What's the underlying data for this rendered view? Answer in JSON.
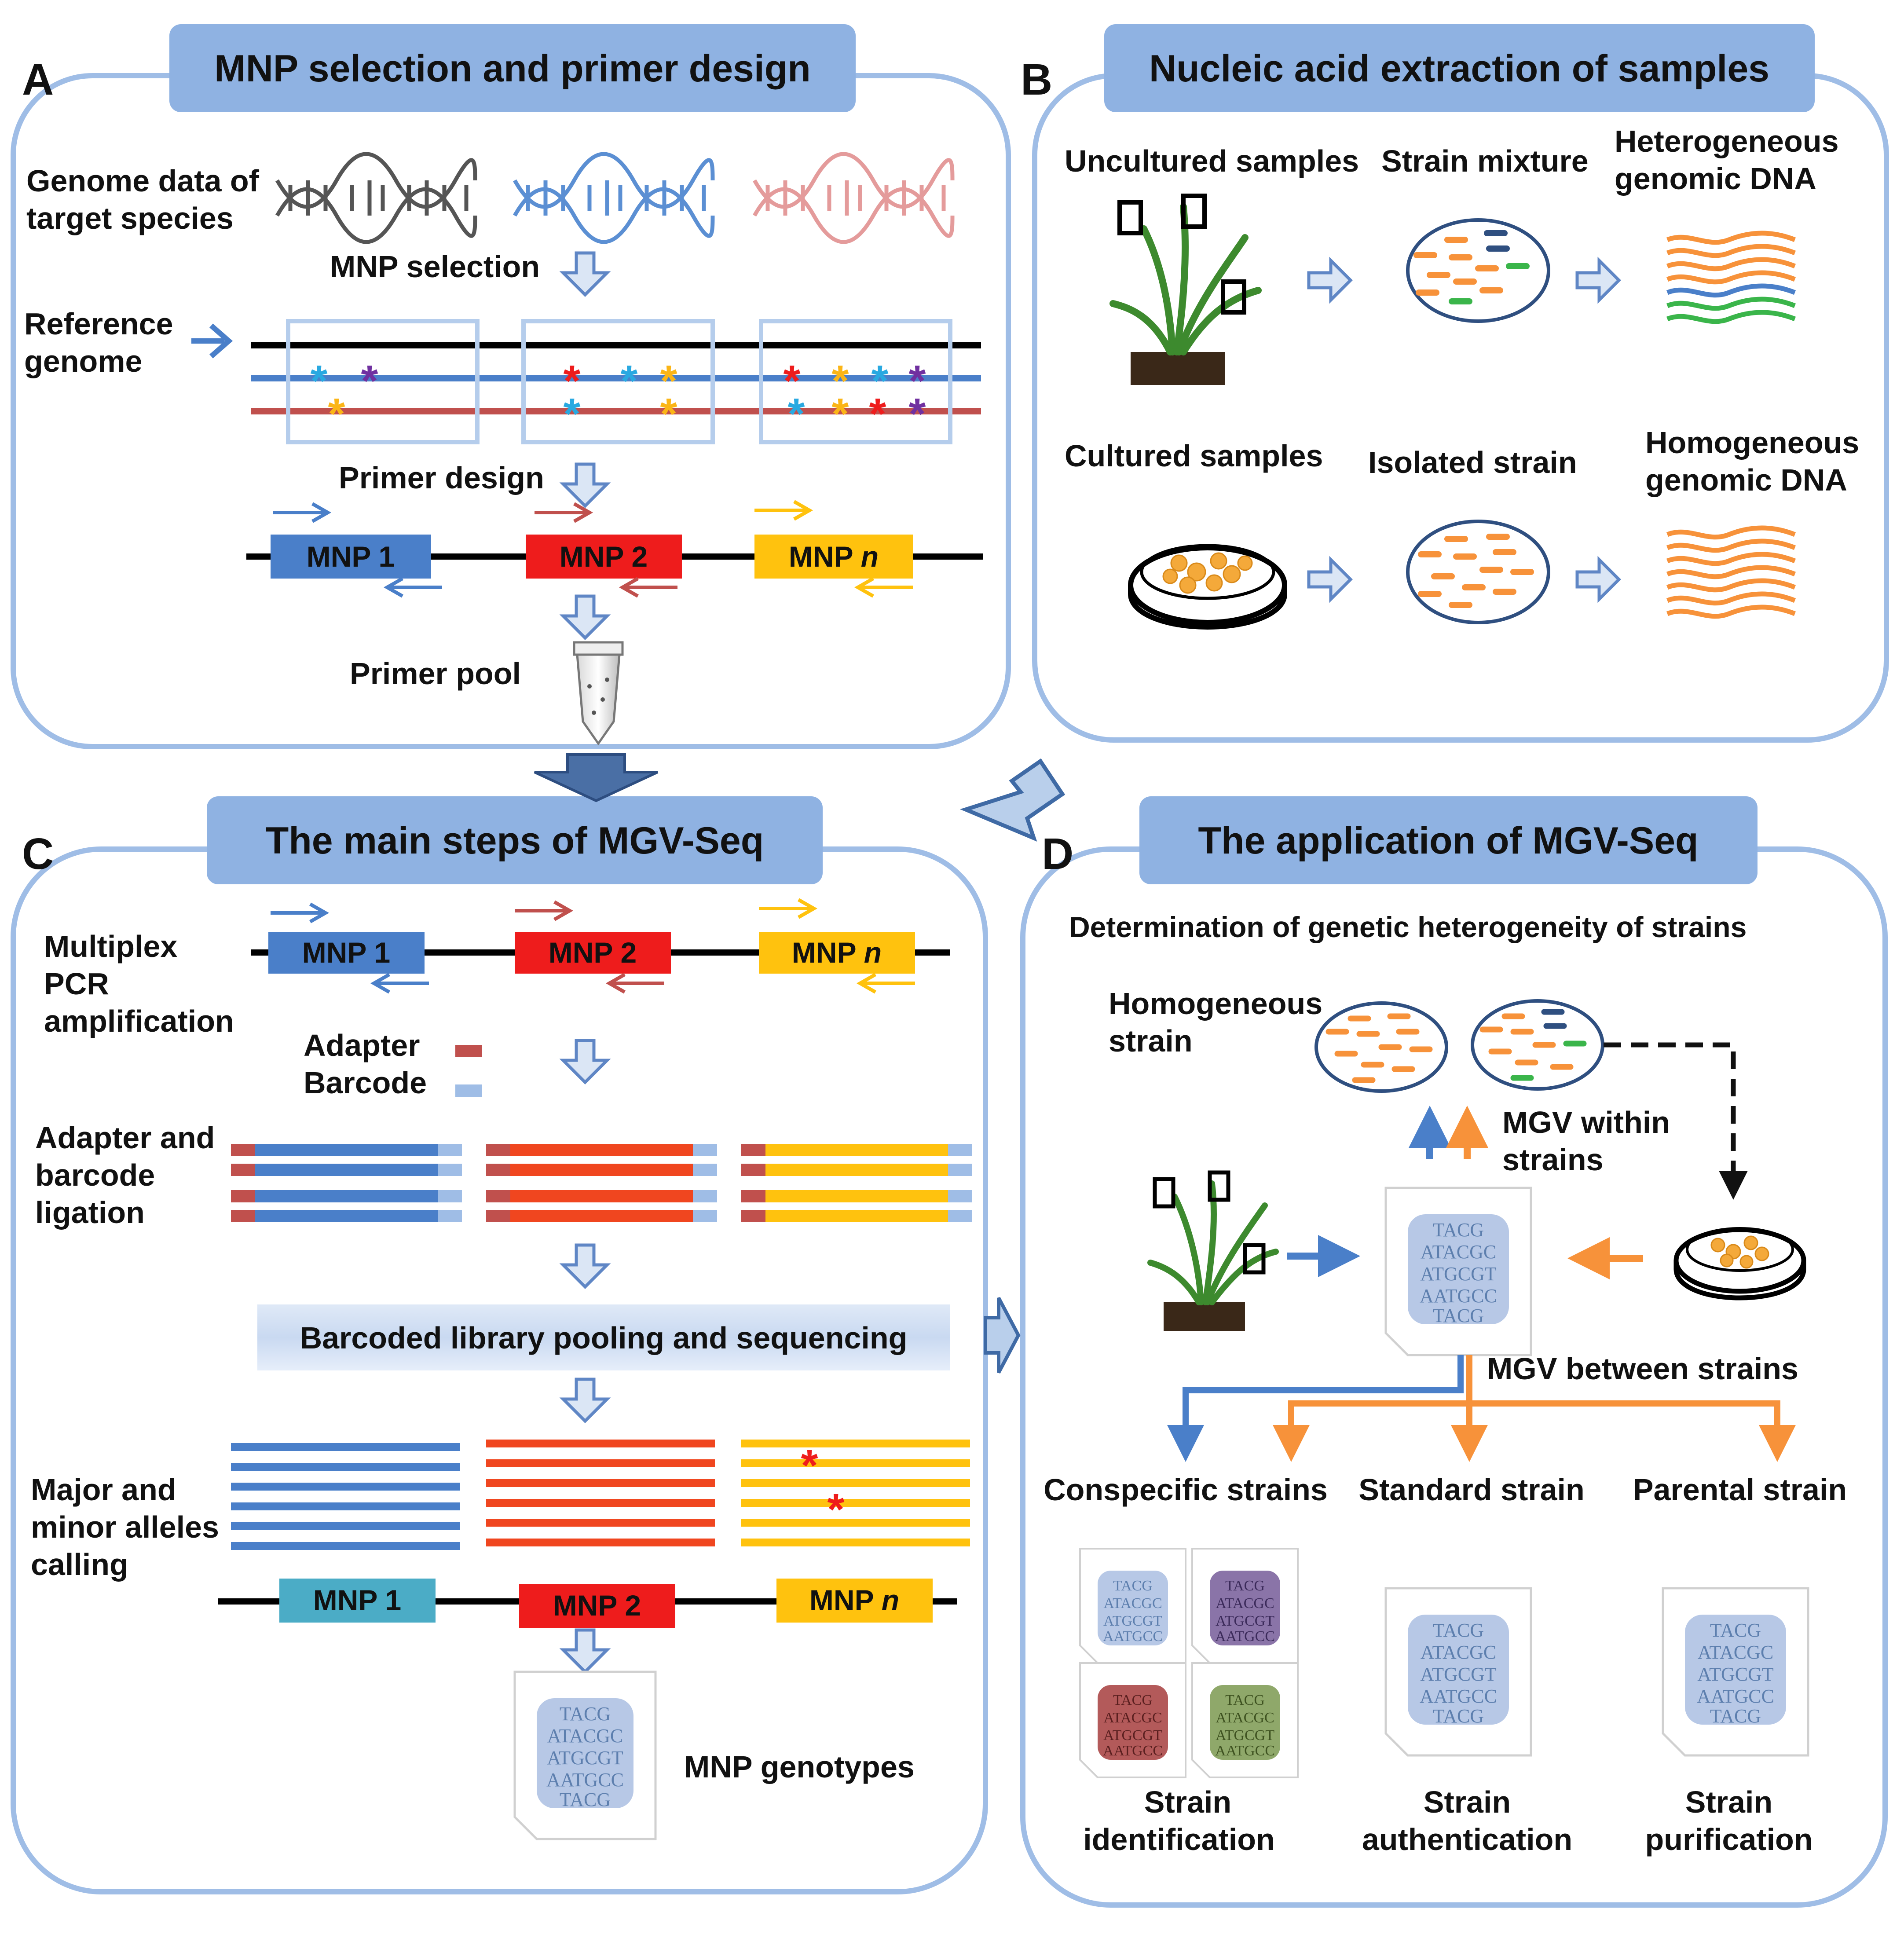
{
  "panels": {
    "A": {
      "letter": "A",
      "title": "MNP selection and primer design",
      "genome_label": [
        "Genome data of",
        "target species"
      ],
      "mnp_selection": "MNP selection",
      "reference_label": [
        "Reference",
        "genome"
      ],
      "primer_design": "Primer design",
      "mnp_labels": [
        "MNP 1",
        "MNP 2",
        "MNP n"
      ],
      "primer_pool": "Primer pool"
    },
    "B": {
      "letter": "B",
      "title": "Nucleic acid extraction of samples",
      "uncultured": "Uncultured samples",
      "strain_mixture": "Strain mixture",
      "heterogeneous": [
        "Heterogeneous",
        "genomic DNA"
      ],
      "cultured": "Cultured samples",
      "isolated": "Isolated strain",
      "homogeneous": [
        "Homogeneous",
        "genomic DNA"
      ]
    },
    "C": {
      "letter": "C",
      "title": "The main steps of MGV-Seq",
      "multiplex": [
        "Multiplex",
        "PCR",
        "amplification"
      ],
      "mnp_labels": [
        "MNP 1",
        "MNP 2",
        "MNP n"
      ],
      "adapter": "Adapter",
      "barcode": "Barcode",
      "ligation": [
        "Adapter and",
        "barcode",
        "ligation"
      ],
      "pooling": "Barcoded library pooling and sequencing",
      "calling": [
        "Major and",
        "minor alleles",
        "calling"
      ],
      "genotypes": "MNP genotypes"
    },
    "D": {
      "letter": "D",
      "title": "The application of MGV-Seq",
      "subtitle": "Determination of genetic heterogeneity of strains",
      "homogeneous_strain": [
        "Homogeneous",
        "strain"
      ],
      "mgv_within": [
        "MGV within",
        "strains"
      ],
      "mgv_between": "MGV between strains",
      "conspecific": "Conspecific strains",
      "standard": "Standard strain",
      "parental": "Parental strain",
      "identification": [
        "Strain",
        "identification"
      ],
      "authentication": [
        "Strain",
        "authentication"
      ],
      "purification": [
        "Strain",
        "purification"
      ]
    }
  },
  "sequence_card": [
    "TACG",
    "ATACGC",
    "ATGCGT",
    "AATGCC",
    "TACG"
  ],
  "colors": {
    "panel_border": "#9fbde6",
    "title_fill": "#8fb2e2",
    "mnp1": "#4a7fc9",
    "mnp2": "#ee1c1c",
    "mnpn": "#ffc20e",
    "orange": "#f7923a",
    "green": "#3ab54a"
  }
}
